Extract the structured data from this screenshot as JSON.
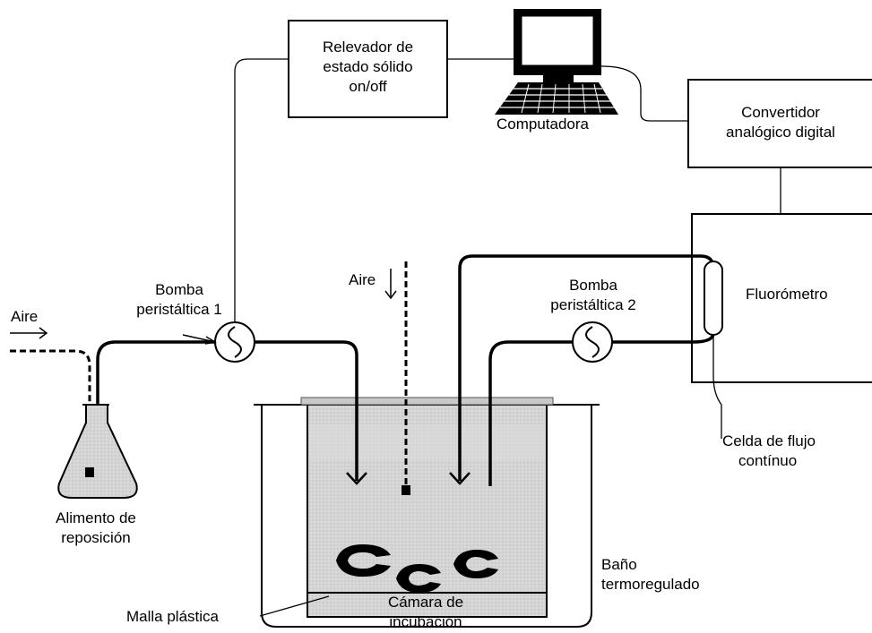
{
  "labels": {
    "relay": [
      "Relevador de",
      "estado sólido",
      "on/off"
    ],
    "computer": "Computadora",
    "converter": [
      "Convertidor",
      "analógico digital"
    ],
    "fluorometer": "Fluorómetro",
    "pump1": [
      "Bomba",
      "peristáltica 1"
    ],
    "pump2": [
      "Bomba",
      "peristáltica 2"
    ],
    "air_left": "Aire",
    "air_center": "Aire",
    "feed": [
      "Alimento de",
      "reposición"
    ],
    "flow_cell": [
      "Celda de flujo",
      "contínuo"
    ],
    "bath": [
      "Baño",
      "termoregulado"
    ],
    "mesh": "Malla plástica",
    "chamber": [
      "Cámara de",
      "incubación"
    ]
  }
}
